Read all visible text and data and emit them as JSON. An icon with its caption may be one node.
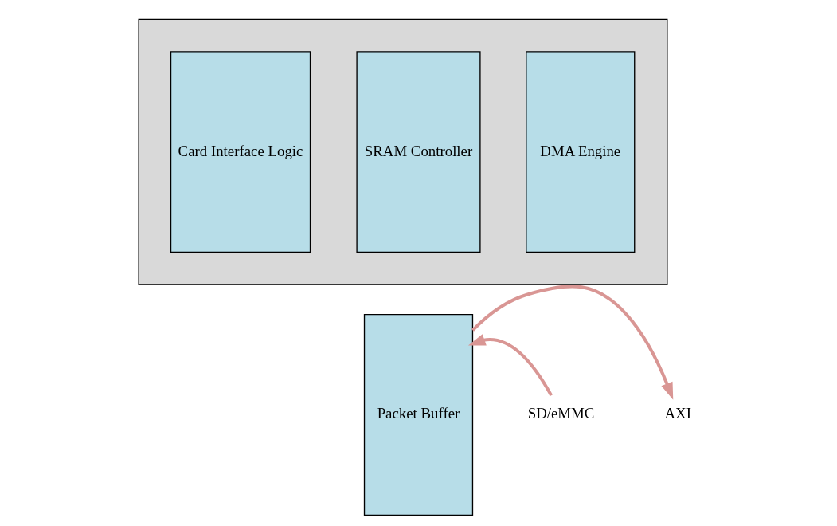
{
  "diagram": {
    "nodes": [
      {
        "text": [],
        "shape": "box"
      },
      {
        "text": [
          "DMA Engine"
        ],
        "in": 0
      },
      {
        "text": [
          "SRAM Controller"
        ],
        "in": 0
      },
      {
        "text": [
          "Card Interface Logic"
        ],
        "in": 0
      },
      {
        "text": [
          "Packet Buffer"
        ]
      },
      {
        "text": [
          "AXI"
        ]
      },
      {
        "text": [
          "SD/eMMC"
        ]
      }
    ],
    "edges": [
      {
        "from": 4,
        "to": 5,
        "arrow": "to"
      },
      {
        "from": 6,
        "to": 4,
        "arrow": "to"
      }
    ]
  }
}
